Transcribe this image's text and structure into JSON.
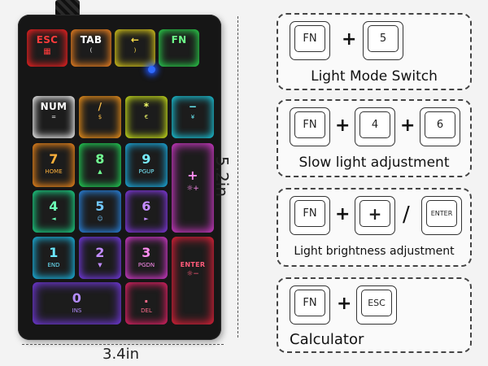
{
  "keypad": {
    "keys": {
      "esc": {
        "main": "ESC"
      },
      "tab": {
        "main": "TAB",
        "sub": "("
      },
      "arrow": {
        "main": "←",
        "sub": ")"
      },
      "fn": {
        "main": "FN"
      },
      "num": {
        "main": "NUM",
        "sub": "="
      },
      "slash": {
        "main": "/",
        "sub": "$"
      },
      "star": {
        "main": "*",
        "sub": "€"
      },
      "minus": {
        "main": "−",
        "sub": "¥"
      },
      "k7": {
        "main": "7",
        "sub": "HOME"
      },
      "k8": {
        "main": "8",
        "sub": "▲"
      },
      "k9": {
        "main": "9",
        "sub": "PGUP"
      },
      "plus": {
        "main": "+"
      },
      "k4": {
        "main": "4",
        "sub": "◄"
      },
      "k5": {
        "main": "5",
        "sub": "☺"
      },
      "k6": {
        "main": "6",
        "sub": "►"
      },
      "k1": {
        "main": "1",
        "sub": "END"
      },
      "k2": {
        "main": "2",
        "sub": "▼"
      },
      "k3": {
        "main": "3",
        "sub": "PGDN"
      },
      "enter": {
        "main": "ENTER"
      },
      "k0": {
        "main": "0",
        "sub": "INS"
      },
      "dot": {
        "main": ".",
        "sub": "DEL"
      }
    }
  },
  "dimensions": {
    "height": "5.2in",
    "width": "3.4in"
  },
  "panels": [
    {
      "keys": [
        "FN",
        "5"
      ],
      "ops": [
        "+"
      ],
      "label": "Light Mode Switch"
    },
    {
      "keys": [
        "FN",
        "4",
        "6"
      ],
      "ops": [
        "+",
        "+"
      ],
      "label": "Slow light adjustment"
    },
    {
      "keys": [
        "FN",
        "+",
        "ENTER"
      ],
      "ops": [
        "+",
        "/"
      ],
      "label": "Light brightness adjustment"
    },
    {
      "keys": [
        "FN",
        "ESC"
      ],
      "ops": [
        "+"
      ],
      "label": "Calculator"
    }
  ]
}
